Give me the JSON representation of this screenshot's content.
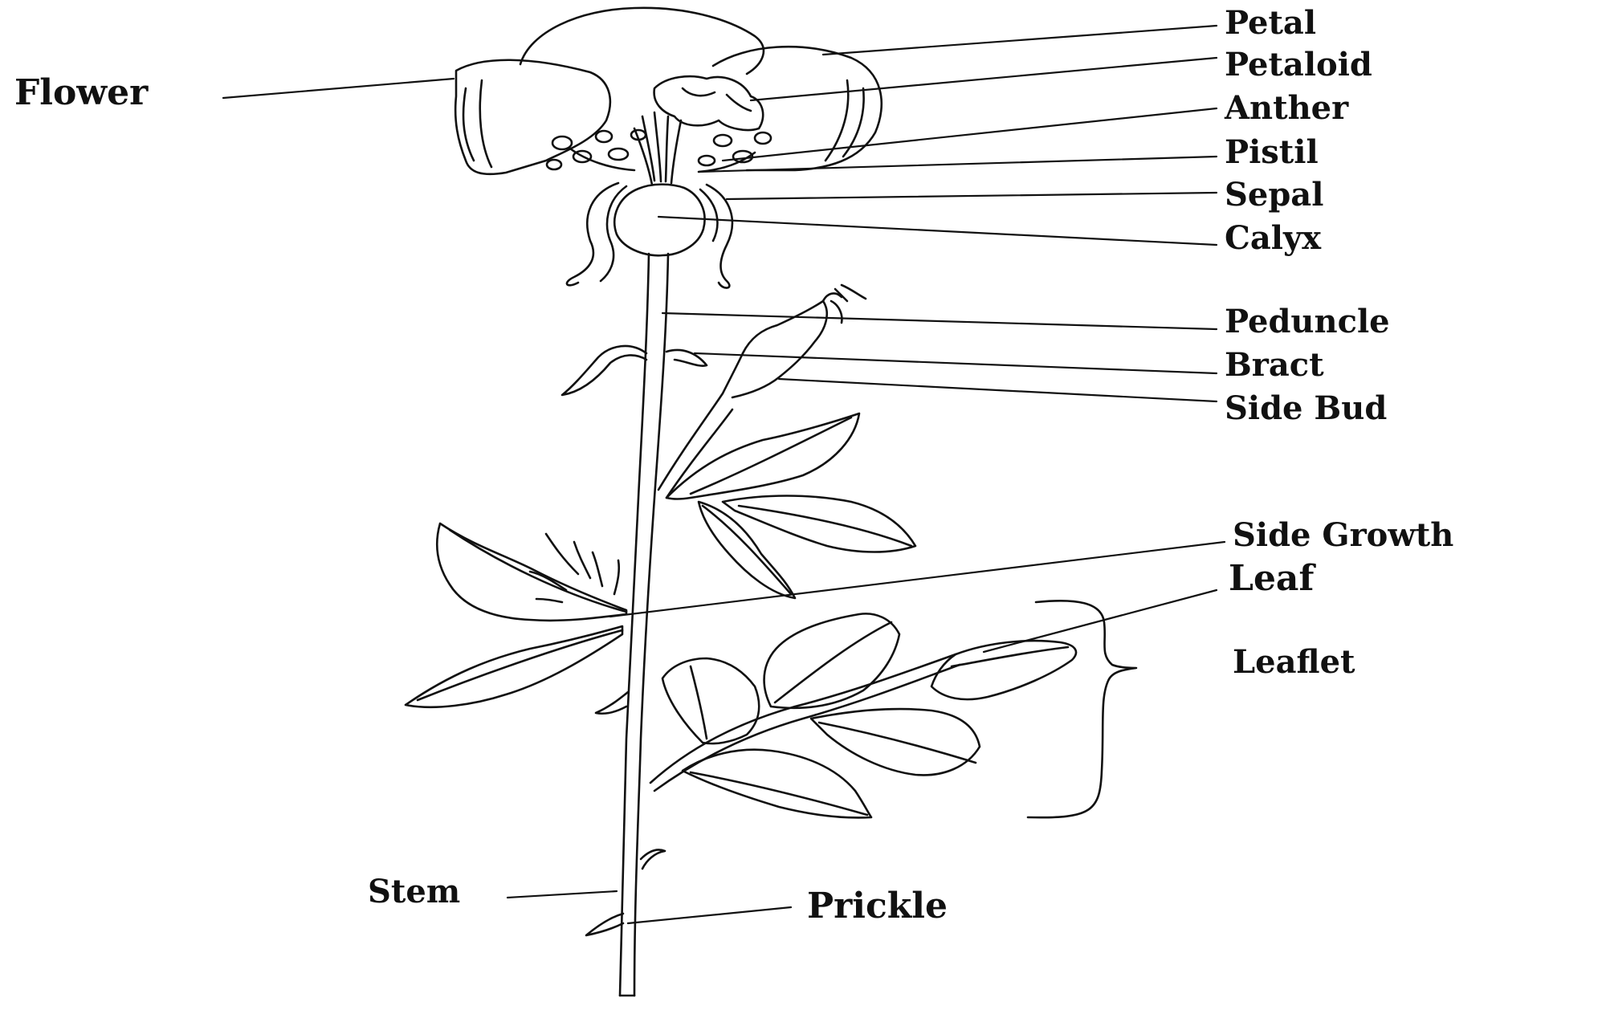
{
  "diagram": {
    "labels": {
      "flower": "Flower",
      "petal": "Petal",
      "petaloid": "Petaloid",
      "anther": "Anther",
      "pistil": "Pistil",
      "sepal": "Sepal",
      "calyx": "Calyx",
      "peduncle": "Peduncle",
      "bract": "Bract",
      "side_bud": "Side Bud",
      "side_growth": "Side Growth",
      "leaf": "Leaf",
      "leaflet": "Leaflet",
      "stem": "Stem",
      "prickle": "Prickle"
    },
    "colors": {
      "flower_label": "#d0343f",
      "leaf_label": "#3aa565",
      "ink": "#111111"
    }
  }
}
